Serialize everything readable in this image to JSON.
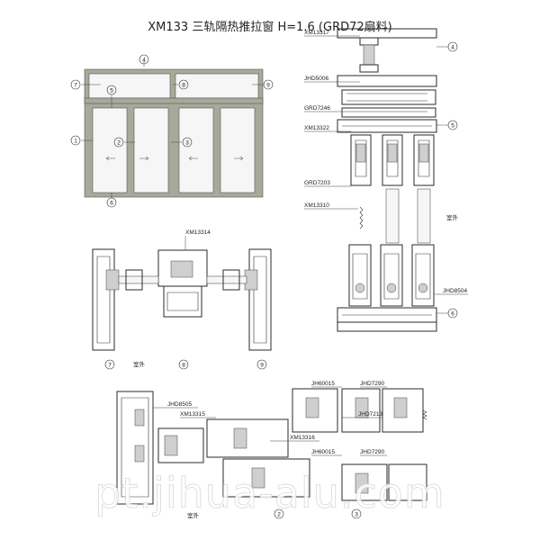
{
  "title": "XM133 三轨隔热推拉窗 H=1.6 (GRD72扇料)",
  "callouts": {
    "elevation": [
      "4",
      "7",
      "8",
      "9",
      "5",
      "1",
      "2",
      "3",
      "6"
    ],
    "section_h": [
      "7",
      "8",
      "9"
    ],
    "section_v": [
      "4",
      "5",
      "6"
    ],
    "bottom": [
      "2",
      "3"
    ]
  },
  "codes": {
    "xm13317": "XM13317",
    "jhd5006": "JHD5006",
    "grd7246": "GRD7246",
    "xm13322": "XM13322",
    "grd7203": "GRD7203",
    "xm13310": "XM13310",
    "jhd8504": "JHD8504",
    "xm13314": "XM13314",
    "jh60015a": "JH60015",
    "jhd7290a": "JHD7290",
    "jhd8505": "JHD8505",
    "xm13315": "XM13315",
    "jhd7213": "JHD7213",
    "xm13316": "XM13316",
    "jh60015b": "JH60015",
    "jhd7290b": "JHD7290"
  },
  "labels": {
    "outdoor_v": "室外",
    "outdoor_h": "室外",
    "outdoor_b": "室外"
  },
  "watermark": "pt.jihua-alu.com"
}
